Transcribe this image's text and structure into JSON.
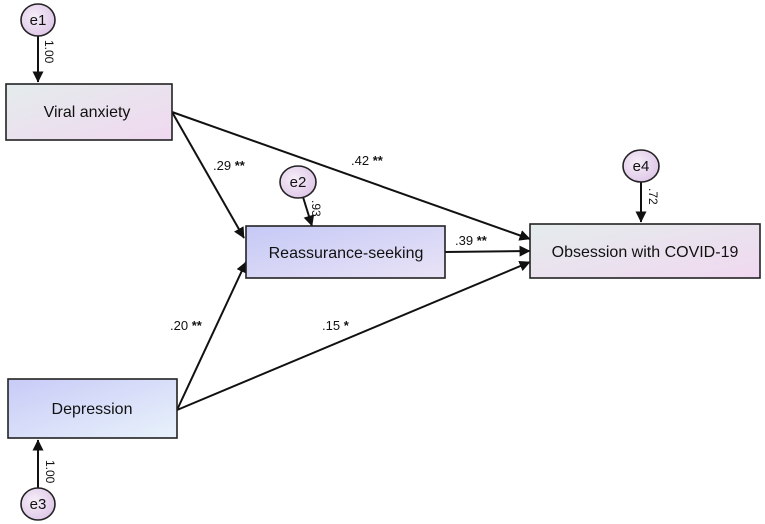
{
  "nodes": {
    "viral_anxiety": "Viral anxiety",
    "depression": "Depression",
    "reassurance_seeking": "Reassurance-seeking",
    "obsession": "Obsession with COVID-19"
  },
  "errors": {
    "e1": "e1",
    "e2": "e2",
    "e3": "e3",
    "e4": "e4"
  },
  "variances": {
    "e1": "1.00",
    "e2": ".93",
    "e3": "1.00",
    "e4": ".72"
  },
  "paths": {
    "viral_to_reassurance": ".29",
    "viral_to_reassurance_sig": "**",
    "viral_to_obsession": ".42",
    "viral_to_obsession_sig": "**",
    "reassurance_to_obsession": ".39",
    "reassurance_to_obsession_sig": "**",
    "depression_to_reassurance": ".20",
    "depression_to_reassurance_sig": "**",
    "depression_to_obsession": ".15",
    "depression_to_obsession_sig": "*"
  },
  "colors": {
    "box_gradient_start": "#d3def3",
    "box_gradient_end": "#f1d6ef",
    "reassurance_gradient_start": "#c7cdf6",
    "reassurance_gradient_end": "#e5dcf5",
    "depression_gradient_start": "#c9ccf7",
    "depression_gradient_end": "#e6f0fb",
    "error_fill": "#e9d3ef",
    "line": "#111111"
  }
}
